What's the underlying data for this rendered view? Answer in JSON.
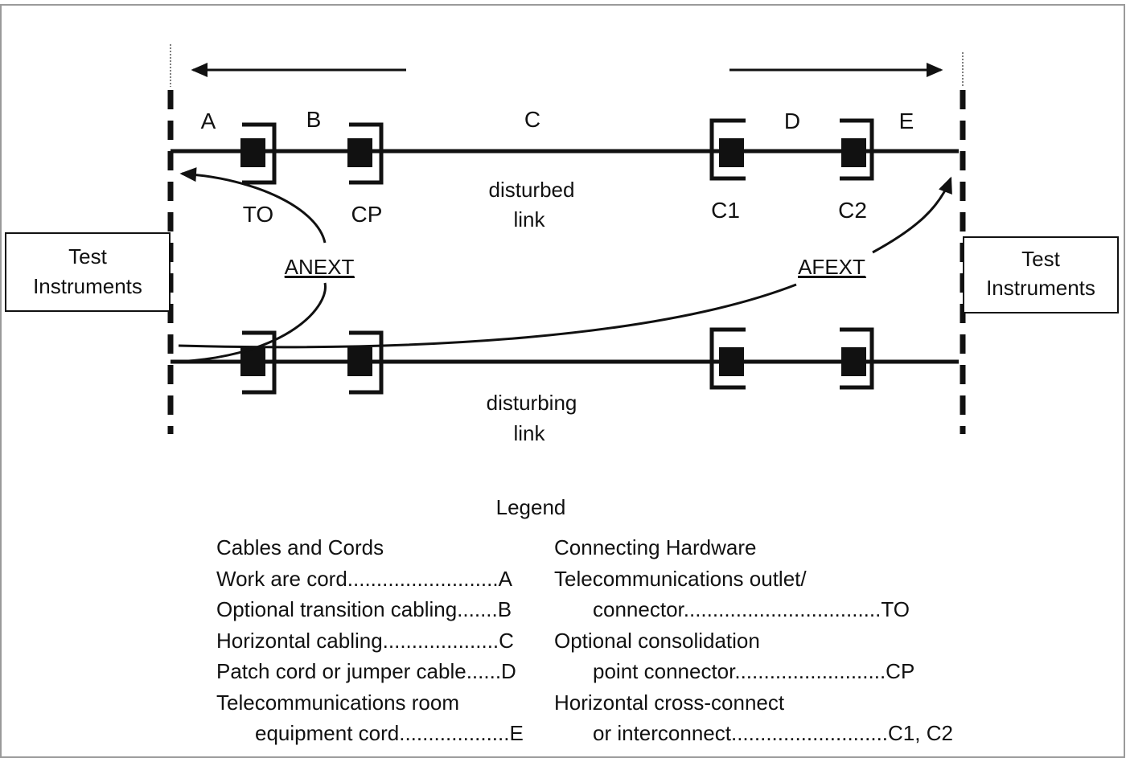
{
  "diagram": {
    "segments": [
      "A",
      "B",
      "C",
      "D",
      "E"
    ],
    "connectors": [
      "TO",
      "CP",
      "C1",
      "C2"
    ],
    "links": {
      "disturbed": [
        "disturbed",
        "link"
      ],
      "disturbing": [
        "disturbing",
        "link"
      ]
    },
    "left_box": [
      "Test",
      "Instruments"
    ],
    "right_box": [
      "Test",
      "Instruments"
    ],
    "anext_label": "ANEXT",
    "afext_label": "AFEXT"
  },
  "legend": {
    "title": "Legend",
    "left_column": [
      {
        "text": "Cables and Cords",
        "indent": false
      },
      {
        "text": "Work are cord..........................A",
        "indent": false
      },
      {
        "text": "Optional transition cabling.......B",
        "indent": false
      },
      {
        "text": "Horizontal cabling....................C",
        "indent": false
      },
      {
        "text": "Patch cord or jumper cable......D",
        "indent": false
      },
      {
        "text": "Telecommunications room",
        "indent": false
      },
      {
        "text": "equipment cord...................E",
        "indent": true
      }
    ],
    "right_column": [
      {
        "text": "Connecting Hardware",
        "indent": false
      },
      {
        "text": "Telecommunications outlet/",
        "indent": false
      },
      {
        "text": "connector..................................TO",
        "indent": true
      },
      {
        "text": "Optional consolidation",
        "indent": false
      },
      {
        "text": "point connector..........................CP",
        "indent": true
      },
      {
        "text": "Horizontal cross-connect",
        "indent": false
      },
      {
        "text": "or interconnect...........................C1, C2",
        "indent": true
      }
    ]
  }
}
